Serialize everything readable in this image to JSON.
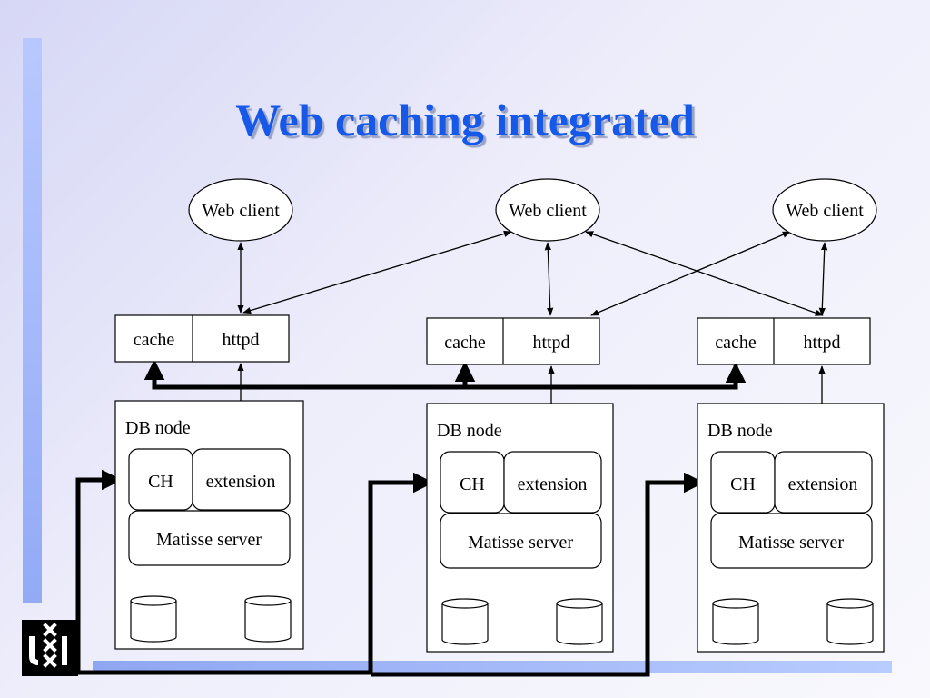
{
  "slide": {
    "title": "Web caching integrated"
  },
  "diagram": {
    "web_client_label": "Web client",
    "cache_label": "cache",
    "httpd_label": "httpd",
    "db_node_label": "DB node",
    "ch_label": "CH",
    "extension_label": "extension",
    "server_label": "Matisse server"
  },
  "colors": {
    "title": "#1658e8",
    "accent_bar": "#93aaf5",
    "background": "#eeeefb"
  },
  "icons": {
    "logo": "uva-logo-icon",
    "database": "database-cylinder-icon"
  }
}
